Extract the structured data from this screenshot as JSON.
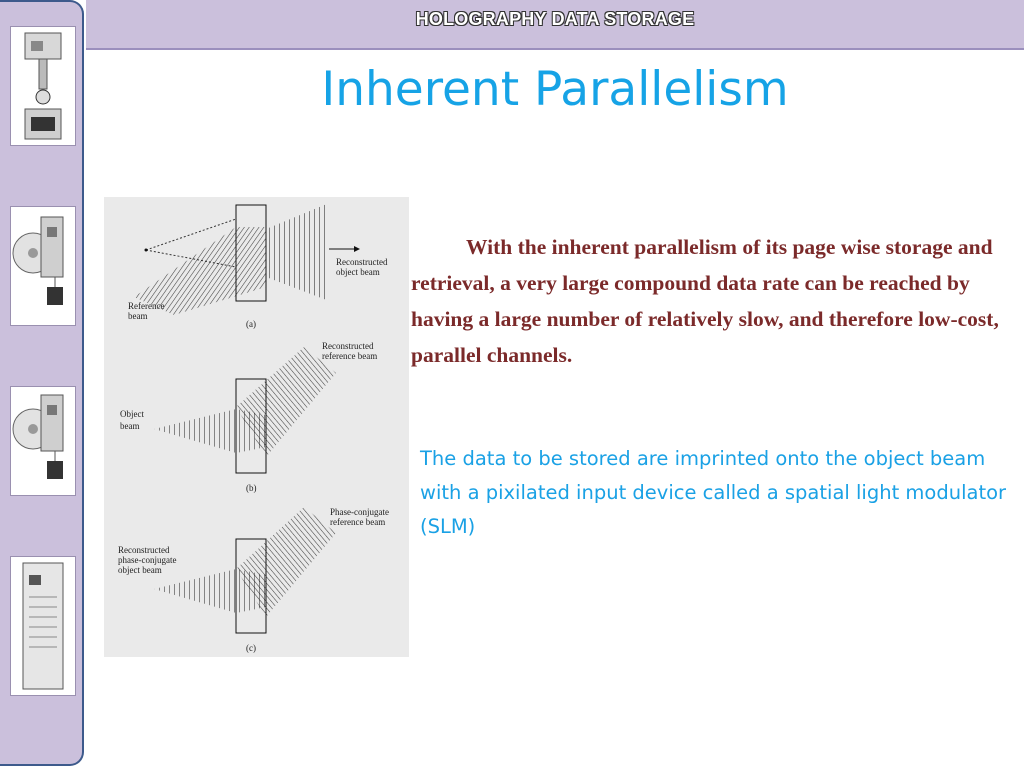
{
  "header": {
    "title": "HOLOGRAPHY DATA STORAGE"
  },
  "slide": {
    "title": "Inherent Parallelism",
    "paragraph1": "With the inherent parallelism of its page wise storage and retrieval, a very large compound data rate can be reached by having a large number of relatively slow, and therefore low-cost, parallel channels.",
    "paragraph2": "The data to be stored are imprinted onto the object beam with a pixilated input device called a spatial light modulator (SLM)"
  },
  "figure": {
    "panel_a": {
      "caption": "(a)",
      "label_reconstructed": [
        "Reconstructed",
        "object beam"
      ],
      "label_reference": [
        "Reference",
        "beam"
      ]
    },
    "panel_b": {
      "caption": "(b)",
      "label_reconstructed": [
        "Reconstructed",
        "reference beam"
      ],
      "label_object": [
        "Object",
        "beam"
      ]
    },
    "panel_c": {
      "caption": "(c)",
      "label_phase": [
        "Phase-conjugate",
        "reference beam"
      ],
      "label_reconstructed": [
        "Reconstructed",
        "phase-conjugate",
        "object beam"
      ]
    }
  },
  "sidebar": {
    "thumbnails": [
      "holographic-setup-diagram",
      "disc-drive-diagram",
      "disc-drive-diagram",
      "server-tower"
    ]
  }
}
